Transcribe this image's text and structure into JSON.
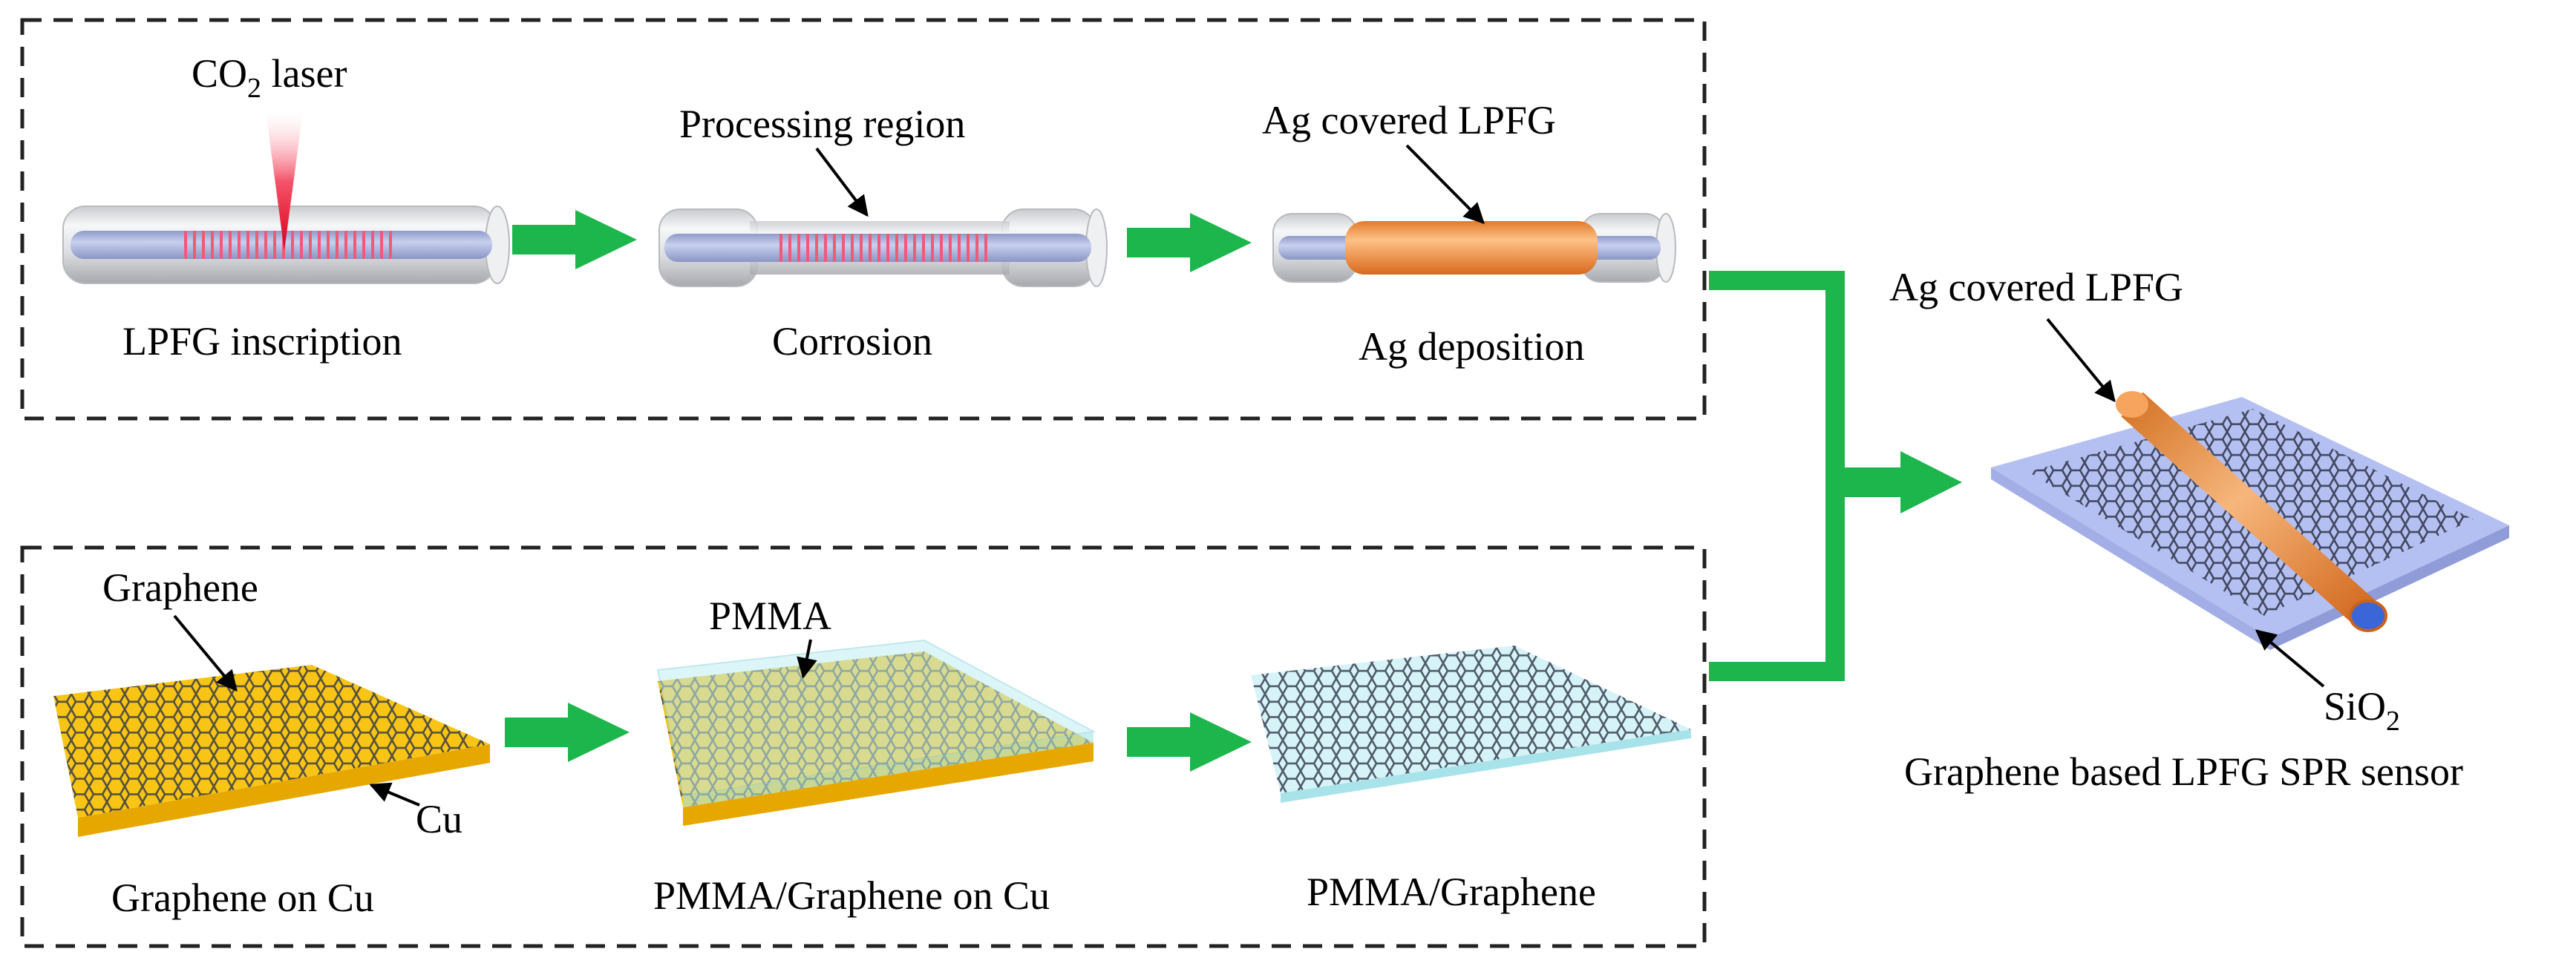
{
  "colors": {
    "green_arrow": "#1db64d",
    "fiber_cladding": "#e6e7ea",
    "fiber_core": "#a9b3d8",
    "grating": "#f05a78",
    "laser": "#e8182c",
    "silver": "#f5a054",
    "copper": "#f8c516",
    "pmma": "#bfeef3",
    "sio2": "#b5c0f2",
    "graphene_lines": "#2e3346"
  },
  "top_panel": {
    "laser_label": "CO",
    "laser_sub": "2",
    "laser_suffix": " laser",
    "step1_label": "LPFG inscription",
    "step2_callout": "Processing region",
    "step2_label": "Corrosion",
    "step3_callout": "Ag covered LPFG",
    "step3_label": "Ag deposition"
  },
  "bottom_panel": {
    "step1_callout_top": "Graphene",
    "step1_callout_side": "Cu",
    "step1_label": "Graphene on Cu",
    "step2_callout": "PMMA",
    "step2_label": "PMMA/Graphene on Cu",
    "step3_label": "PMMA/Graphene"
  },
  "result": {
    "callout_fiber": "Ag covered LPFG",
    "callout_substrate": "SiO",
    "callout_substrate_sub": "2",
    "label": "Graphene based LPFG SPR sensor"
  }
}
